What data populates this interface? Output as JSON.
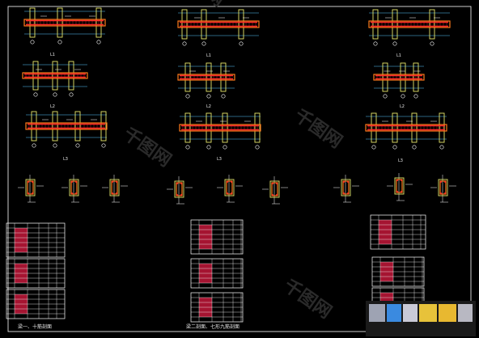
{
  "watermark": "千图网",
  "captions": {
    "left": "梁一、十筋剖面",
    "mid": "梁二剖面、七形九筋剖面"
  },
  "beam_labels": {
    "left": [
      "L1",
      "L2",
      "L3"
    ],
    "mid": [
      "L1",
      "L2",
      "L3"
    ],
    "right": [
      "L1",
      "L2",
      "L3"
    ]
  },
  "colors": {
    "background": "#000000",
    "frame": "#ffffff",
    "column": "#e7e76a",
    "beam": "#ff7a1a",
    "rebar": "#ff2a2a",
    "dim": "#58c8ff",
    "table_fill": "#c2183a",
    "text": "#e8e8e8"
  },
  "icons": [
    "blur-swatch-gray",
    "blur-swatch-blue",
    "blur-swatch-gray",
    "blur-swatch-yellow",
    "blur-swatch-yellow",
    "blur-swatch-gray"
  ]
}
